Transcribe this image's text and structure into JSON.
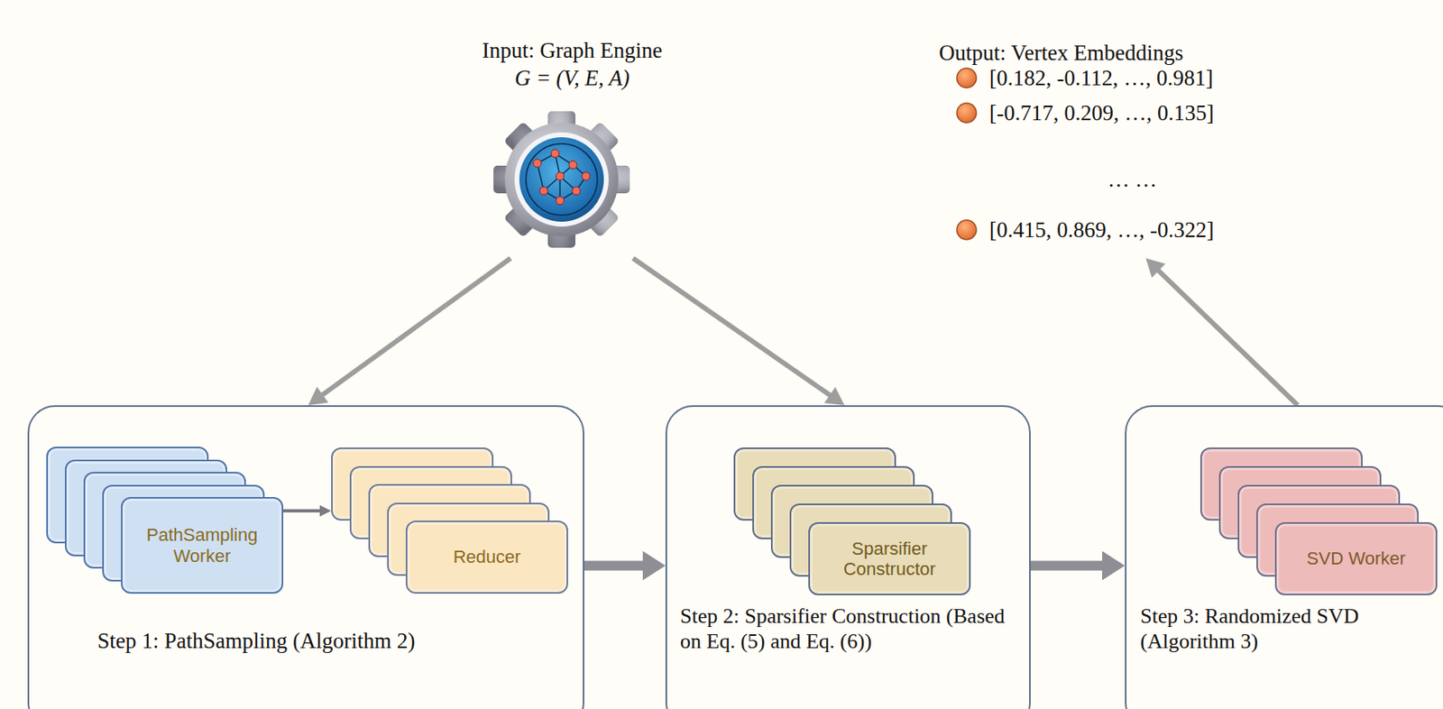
{
  "diagram": {
    "nodes": [
      {
        "text": [
          "Input: Graph Engine",
          "G = (V, E, A)"
        ]
      },
      {
        "text": [
          "Output: Vertex Embeddings",
          "[0.182, -0.112, …, 0.981]",
          "[-0.717, 0.209, …, 0.135]",
          "… …",
          "[0.415, 0.869, …, -0.322]"
        ]
      },
      {
        "text": [
          "Step 1: PathSampling (Algorithm 2)"
        ]
      },
      {
        "text": [
          "PathSampling Worker"
        ],
        "in": 2
      },
      {
        "text": [
          "Reducer"
        ],
        "in": 2
      },
      {
        "text": [
          "Step 2: Sparsifier Construction (Based on Eq. (5) and Eq. (6))"
        ]
      },
      {
        "text": [
          "Sparsifier Constructor"
        ],
        "in": 5
      },
      {
        "text": [
          "Step 3: Randomized SVD (Algorithm 3)"
        ]
      },
      {
        "text": [
          "SVD Worker"
        ],
        "in": 7
      }
    ],
    "edges": [
      {
        "from": 0,
        "to": 2,
        "arrow": "to"
      },
      {
        "from": 0,
        "to": 5,
        "arrow": "to"
      },
      {
        "from": 7,
        "to": 1,
        "arrow": "to"
      },
      {
        "from": 3,
        "to": 4,
        "arrow": "to"
      },
      {
        "from": 2,
        "to": 5,
        "arrow": "to"
      },
      {
        "from": 5,
        "to": 7,
        "arrow": "to"
      }
    ]
  }
}
